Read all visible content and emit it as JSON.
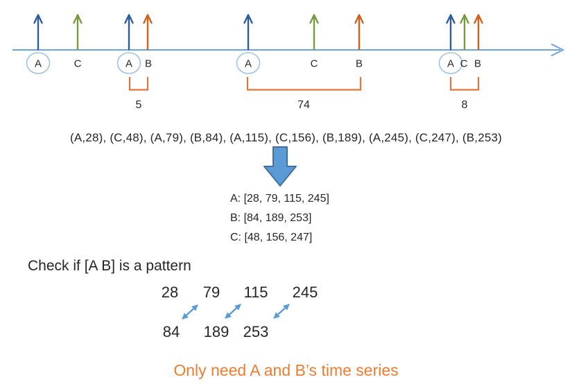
{
  "timeline": {
    "events": [
      {
        "label": "A",
        "time": 28,
        "circled": true
      },
      {
        "label": "C",
        "time": 48,
        "circled": false
      },
      {
        "label": "A",
        "time": 79,
        "circled": true
      },
      {
        "label": "B",
        "time": 84,
        "circled": false
      },
      {
        "label": "A",
        "time": 115,
        "circled": true
      },
      {
        "label": "C",
        "time": 156,
        "circled": false
      },
      {
        "label": "B",
        "time": 189,
        "circled": false
      },
      {
        "label": "A",
        "time": 245,
        "circled": true
      },
      {
        "label": "C",
        "time": 247,
        "circled": false
      },
      {
        "label": "B",
        "time": 253,
        "circled": false
      }
    ],
    "intervals": [
      {
        "label": "5"
      },
      {
        "label": "74"
      },
      {
        "label": "8"
      }
    ]
  },
  "sequence_line": "(A,28), (C,48), (A,79), (B,84), (A,115), (C,156), (B,189), (A,245), (C,247), (B,253)",
  "series_lists": [
    {
      "name": "A",
      "values": [
        28,
        79,
        115,
        245
      ],
      "text": "A: [28, 79, 115, 245]"
    },
    {
      "name": "B",
      "values": [
        84,
        189,
        253
      ],
      "text": "B: [84, 189, 253]"
    },
    {
      "name": "C",
      "values": [
        48,
        156,
        247
      ],
      "text": "C: [48, 156, 247]"
    }
  ],
  "pattern_check": {
    "title": "Check if [A B] is a pattern",
    "top_row": [
      "28",
      "79",
      "115",
      "245"
    ],
    "bottom_row": [
      "84",
      "189",
      "253"
    ]
  },
  "footnote": "Only need A and B’s time series",
  "colors": {
    "event_a_arrow": "#2e5b9e",
    "event_b_arrow": "#d2601a",
    "event_c_arrow": "#7a9a3f",
    "timeline_axis": "#6fa3d8",
    "circle_stroke": "#9dc3e6",
    "bracket": "#e0763b",
    "big_arrow_fill": "#5b9bd5",
    "big_arrow_stroke": "#41719c",
    "match_arrow": "#5b9bd5",
    "footnote_text": "#ed7d31",
    "body_text": "#262626"
  }
}
